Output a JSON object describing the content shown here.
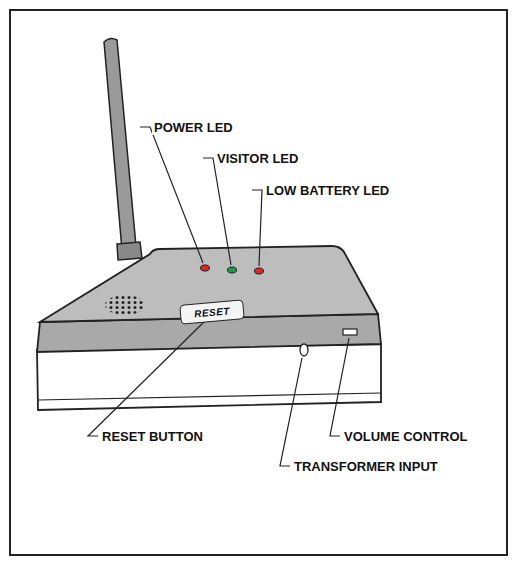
{
  "diagram": {
    "nodes": [
      {
        "text": [
          "RESET"
        ]
      }
    ],
    "labels": [
      "POWER LED",
      "VISITOR LED",
      "LOW BATTERY LED",
      "RESET BUTTON",
      "VOLUME CONTROL",
      "TRANSFORMER INPUT"
    ]
  }
}
